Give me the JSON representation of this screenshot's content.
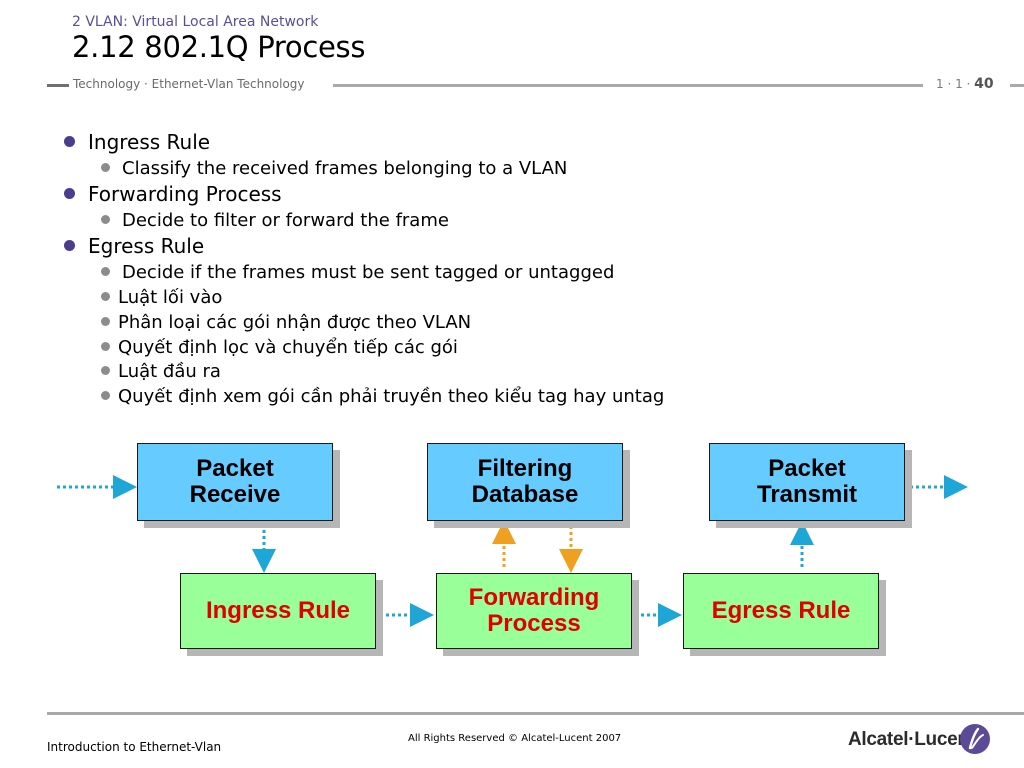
{
  "header": {
    "supertitle": "2 VLAN: Virtual Local Area Network",
    "title": "2.12 802.1Q Process",
    "subtitle": "Technology · Ethernet-Vlan Technology",
    "page_prefix": "1 · 1 · ",
    "page_number": "40"
  },
  "bullets": [
    {
      "text": "Ingress Rule"
    },
    {
      "text": "Classify the received frames belonging to a VLAN"
    },
    {
      "text": "Forwarding Process"
    },
    {
      "text": "Decide to filter or forward the frame"
    },
    {
      "text": "Egress Rule"
    },
    {
      "text": "Decide if the frames must be sent tagged or untagged"
    },
    {
      "text": "Luật lối vào"
    },
    {
      "text": "Phân loại các gói nhận được theo VLAN"
    },
    {
      "text": "Quyết định lọc và chuyển tiếp các gói"
    },
    {
      "text": "Luật đầu ra"
    },
    {
      "text": "Quyết định xem gói cần phải truyền theo kiểu tag hay untag"
    }
  ],
  "diagram": {
    "packet_receive": [
      "Packet",
      "Receive"
    ],
    "filtering_database": [
      "Filtering",
      "Database"
    ],
    "packet_transmit": [
      "Packet",
      "Transmit"
    ],
    "ingress_rule": "Ingress Rule",
    "forwarding_process": [
      "Forwarding",
      "Process"
    ],
    "egress_rule": "Egress Rule",
    "colors": {
      "top_box": "#66ccff",
      "bottom_box": "#99ff99",
      "bottom_text": "#e00000",
      "cyan_arrow": "#1ea7d6",
      "orange_arrow": "#f0a020"
    }
  },
  "footer": {
    "left": "Introduction to Ethernet-Vlan",
    "center": "All Rights Reserved © Alcatel-Lucent 2007",
    "logo": "Alcatel·Lucent"
  }
}
